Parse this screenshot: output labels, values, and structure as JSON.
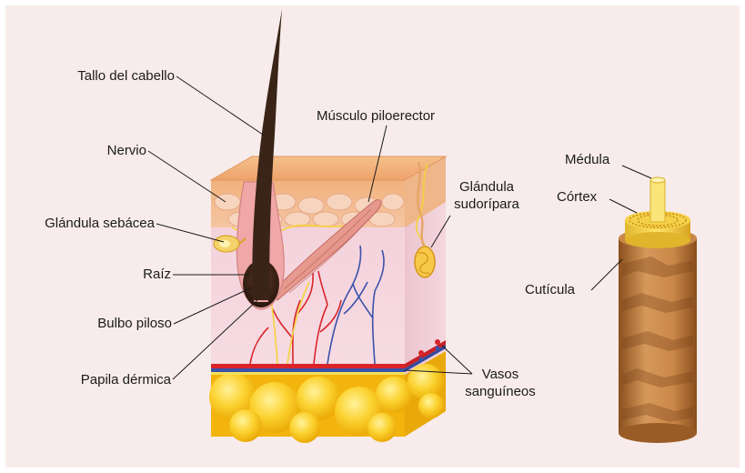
{
  "labels": {
    "tallo": "Tallo del cabello",
    "nervio": "Nervio",
    "sebacea": "Glándula sebácea",
    "raiz": "Raíz",
    "bulbo": "Bulbo piloso",
    "papila": "Papila dérmica",
    "musculo": "Músculo piloerector",
    "sudoripara_1": "Glándula",
    "sudoripara_2": "sudorípara",
    "vasos_1": "Vasos",
    "vasos_2": "sanguíneos",
    "medula": "Médula",
    "cortex": "Córtex",
    "cuticula": "Cutícula"
  },
  "colors": {
    "background": "#f7eceb",
    "skin_top": "#f2b77e",
    "dermis": "#f6d6e0",
    "hair": "#3a2418",
    "fat": "#f7c21a",
    "muscle": "#e79c92",
    "artery": "#d8242a",
    "vein": "#3a52a8",
    "nerve": "#f5d23c",
    "cuticle": "#b9783d"
  }
}
